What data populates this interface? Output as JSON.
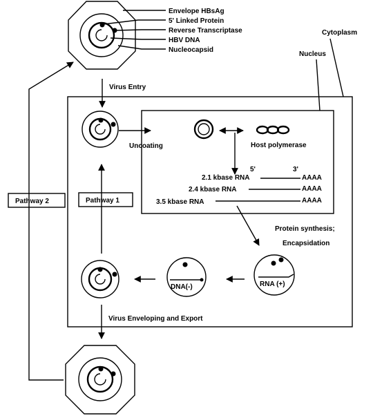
{
  "legend": {
    "envelope": "Envelope HBsAg",
    "linked_protein": "5' Linked Protein",
    "reverse_transcriptase": "Reverse Transcriptase",
    "hbv_dna": "HBV DNA",
    "nucleocapsid": "Nucleocapsid"
  },
  "compartments": {
    "cytoplasm": "Cytoplasm",
    "nucleus": "Nucleus"
  },
  "steps": {
    "virus_entry": "Virus Entry",
    "uncoating": "Uncoating",
    "host_polymerase": "Host polymerase",
    "protein_synthesis_line1": "Protein synthesis;",
    "protein_synthesis_line2": "Encapsidation",
    "virus_enveloping_export": "Virus Enveloping and Export"
  },
  "pathways": {
    "pathway1": "Pathway 1",
    "pathway2": "Pathway 2"
  },
  "rna": {
    "five_prime": "5'",
    "three_prime": "3'",
    "tail": "AAAA",
    "rna_2_1": "2.1 kbase RNA",
    "rna_2_4": "2.4 kbase RNA",
    "rna_3_5": "3.5 kbase RNA"
  },
  "intermediates": {
    "dna_minus": "DNA(-)",
    "rna_plus": "RNA (+)"
  }
}
